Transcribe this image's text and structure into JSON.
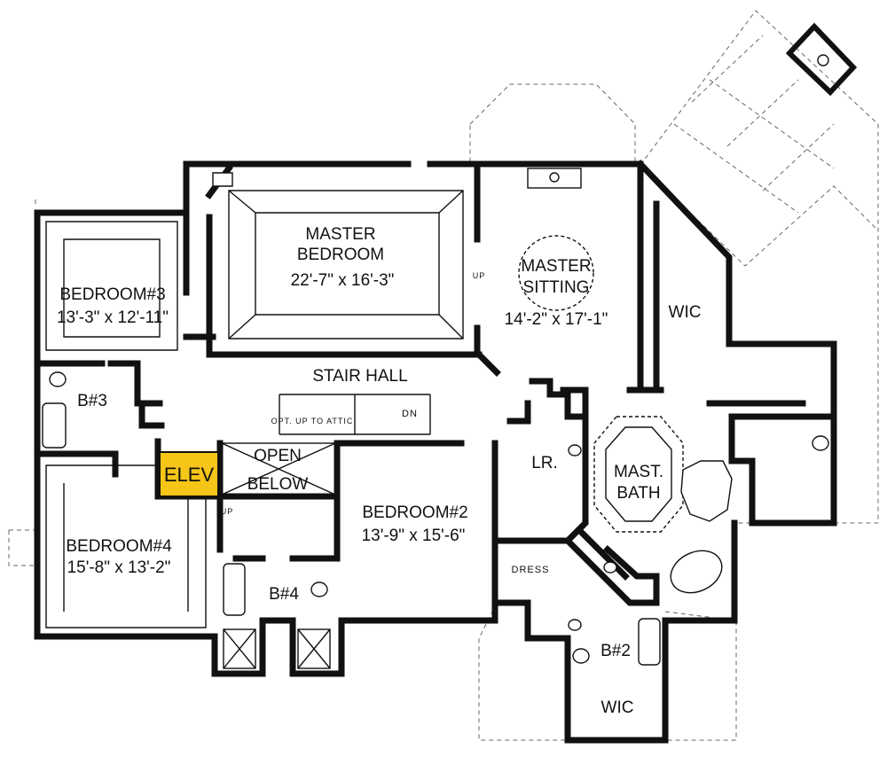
{
  "rooms": {
    "master_bedroom": {
      "name_line1": "MASTER",
      "name_line2": "BEDROOM",
      "dims": "22'-7\" x 16'-3\""
    },
    "master_sitting": {
      "name_line1": "MASTER",
      "name_line2": "SITTING",
      "dims": "14'-2\" x 17'-1\""
    },
    "bedroom3": {
      "name": "BEDROOM#3",
      "dims": "13'-3\" x 12'-11\""
    },
    "bedroom4": {
      "name": "BEDROOM#4",
      "dims": "15'-8\" x 13'-2\""
    },
    "bedroom2": {
      "name": "BEDROOM#2",
      "dims": "13'-9\" x 15'-6\""
    },
    "stair_hall": "STAIR HALL",
    "wic_master": "WIC",
    "wic_b2": "WIC",
    "b3": "B#3",
    "b4": "B#4",
    "b2": "B#2",
    "lr": "LR.",
    "mast_bath_line1": "MAST.",
    "mast_bath_line2": "BATH",
    "elev": "ELEV",
    "open_below_line1": "OPEN",
    "open_below_line2": "BELOW",
    "dress": "DRESS"
  },
  "stair_notes": {
    "opt_up_to_attic": "OPT. UP TO ATTIC",
    "dn": "DN",
    "up_master": "UP",
    "up_small": "UP"
  },
  "colors": {
    "elevator_fill": "#f5c518",
    "wall": "#111111",
    "background": "#ffffff"
  }
}
